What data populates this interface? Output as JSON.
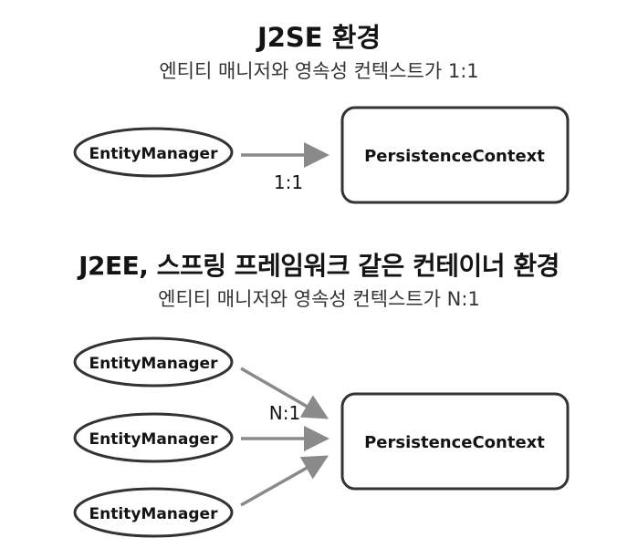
{
  "sections": {
    "j2se": {
      "title": "J2SE 환경",
      "subtitle": "엔티티 매니저와 영속성 컨텍스트가 1:1",
      "managers": [
        "EntityManager"
      ],
      "context": "PersistenceContext",
      "ratio": "1:1"
    },
    "j2ee": {
      "title": "J2EE, 스프링 프레임워크 같은 컨테이너 환경",
      "subtitle": "엔티티 매니저와 영속성 컨텍스트가 N:1",
      "managers": [
        "EntityManager",
        "EntityManager",
        "EntityManager"
      ],
      "context": "PersistenceContext",
      "ratio": "N:1"
    }
  }
}
